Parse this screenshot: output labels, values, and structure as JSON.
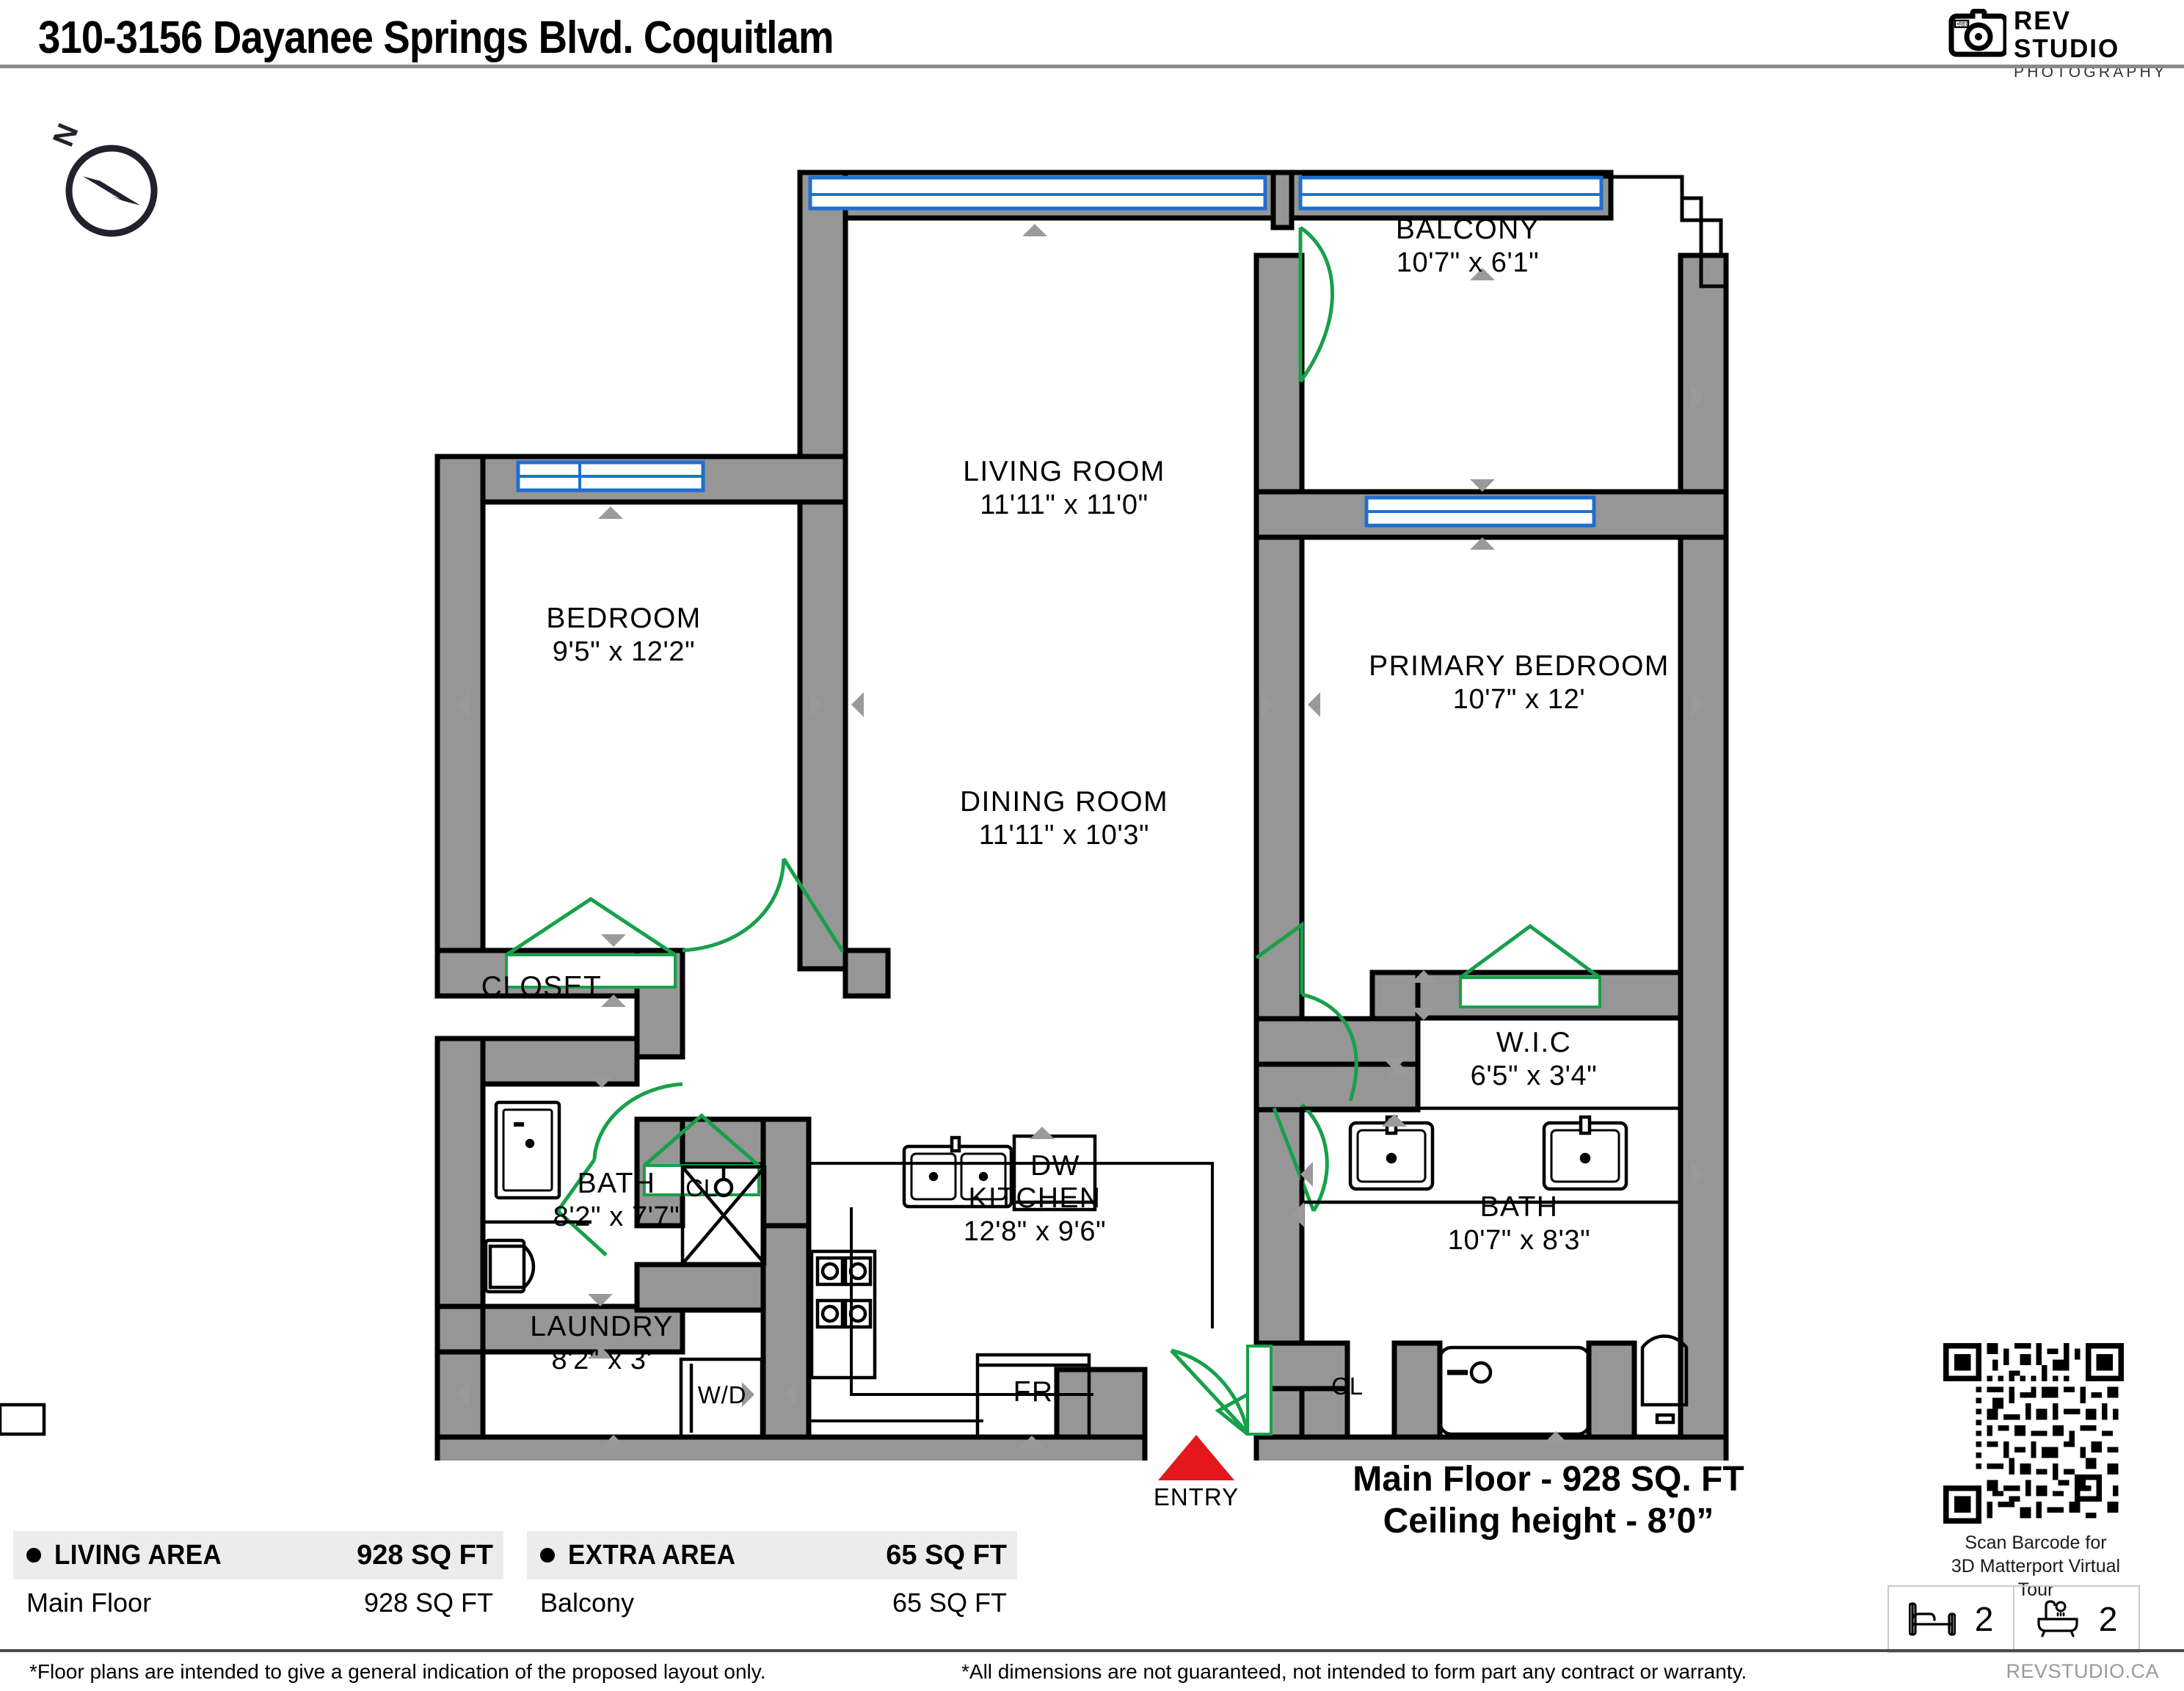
{
  "header": {
    "title": "310-3156 Dayanee Springs Blvd. Coquitlam",
    "logo": {
      "brand": "REV STUDIO",
      "sub": "PHOTOGRAPHY",
      "camera_badge": "REC",
      "icon": "camera-icon"
    }
  },
  "compass": {
    "north_label": "N",
    "icon": "compass-icon"
  },
  "plan": {
    "rooms": [
      {
        "key": "balcony",
        "name": "BALCONY",
        "dims": "10'7\" x 6'1\""
      },
      {
        "key": "living_room",
        "name": "LIVING ROOM",
        "dims": "11'11\" x 11'0\""
      },
      {
        "key": "bedroom",
        "name": "BEDROOM",
        "dims": "9'5\" x 12'2\""
      },
      {
        "key": "primary_bedroom",
        "name": "PRIMARY BEDROOM",
        "dims": "10'7\" x 12'"
      },
      {
        "key": "dining_room",
        "name": "DINING ROOM",
        "dims": "11'11\" x 10'3\""
      },
      {
        "key": "closet",
        "name": "CLOSET",
        "dims": ""
      },
      {
        "key": "wic",
        "name": "W.I.C",
        "dims": "6'5\" x 3'4\""
      },
      {
        "key": "bath_left",
        "name": "BATH",
        "dims": "8'2\" x 7'7\""
      },
      {
        "key": "bath_right",
        "name": "BATH",
        "dims": "10'7\" x 8'3\""
      },
      {
        "key": "kitchen",
        "name": "KITCHEN",
        "dims": "12'8\" x 9'6\""
      },
      {
        "key": "laundry",
        "name": "LAUNDRY",
        "dims": "8'2\" x 3'"
      },
      {
        "key": "cl_left",
        "name": "CL",
        "dims": ""
      },
      {
        "key": "cl_right",
        "name": "CL",
        "dims": ""
      }
    ],
    "appliances": [
      {
        "key": "dishwasher",
        "label": "DW"
      },
      {
        "key": "fridge",
        "label": "FR"
      },
      {
        "key": "washer_dryer",
        "label": "W/D"
      }
    ],
    "entry": {
      "label": "ENTRY",
      "marker_color": "#e3171c"
    },
    "note": {
      "line1": "Main Floor - 928 SQ. FT",
      "line2": "Ceiling height - 8’0”"
    },
    "colors": {
      "wall_fill": "#969696",
      "wall_stroke": "#000000",
      "window": "#1f6fd0",
      "door_swing": "#17a04a",
      "entry": "#e3171c"
    }
  },
  "qr": {
    "caption_line1": "Scan Barcode for",
    "caption_line2": "3D Matterport Virtual Tour",
    "icon": "qr-code-icon"
  },
  "badges": [
    {
      "key": "bedrooms",
      "icon": "bed-icon",
      "value": "2"
    },
    {
      "key": "bathrooms",
      "icon": "bathtub-icon",
      "value": "2"
    }
  ],
  "areas": [
    {
      "key": "living_area",
      "header_label": "LIVING AREA",
      "header_value": "928 SQ FT",
      "rows": [
        {
          "label": "Main Floor",
          "value": "928 SQ FT"
        }
      ]
    },
    {
      "key": "extra_area",
      "header_label": "EXTRA AREA",
      "header_value": "65 SQ FT",
      "rows": [
        {
          "label": "Balcony",
          "value": "65 SQ FT"
        }
      ]
    }
  ],
  "footer": {
    "left": "*Floor plans are intended to give a general indication of the proposed layout only.",
    "middle": "*All dimensions are not guaranteed, not intended to form part any contract or warranty.",
    "right": "REVSTUDIO.CA"
  }
}
